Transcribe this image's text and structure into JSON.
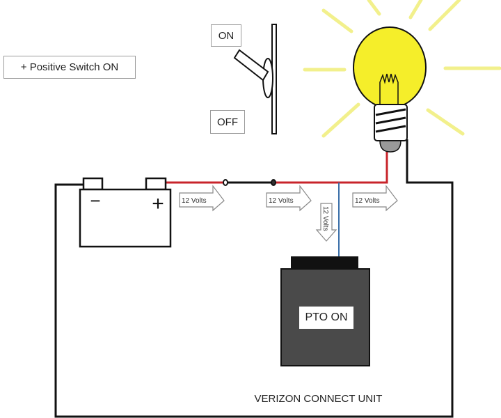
{
  "title_label": "+ Positive Switch ON",
  "switch": {
    "on_label": "ON",
    "off_label": "OFF",
    "state": "on"
  },
  "battery": {
    "negative": "−",
    "positive": "+"
  },
  "voltage_arrows": [
    "12 Volts",
    "12 Volts",
    "12 Volts",
    "12 Volts"
  ],
  "unit": {
    "status": "PTO ON",
    "name": "VERIZON CONNECT UNIT"
  },
  "colors": {
    "positive_wire": "#c8242b",
    "ground_wire": "#111111",
    "signal_wire": "#3a6ea8",
    "bulb": "#f5ee2a",
    "rays": "#f2f08c",
    "unit_body": "#4a4a4a"
  }
}
